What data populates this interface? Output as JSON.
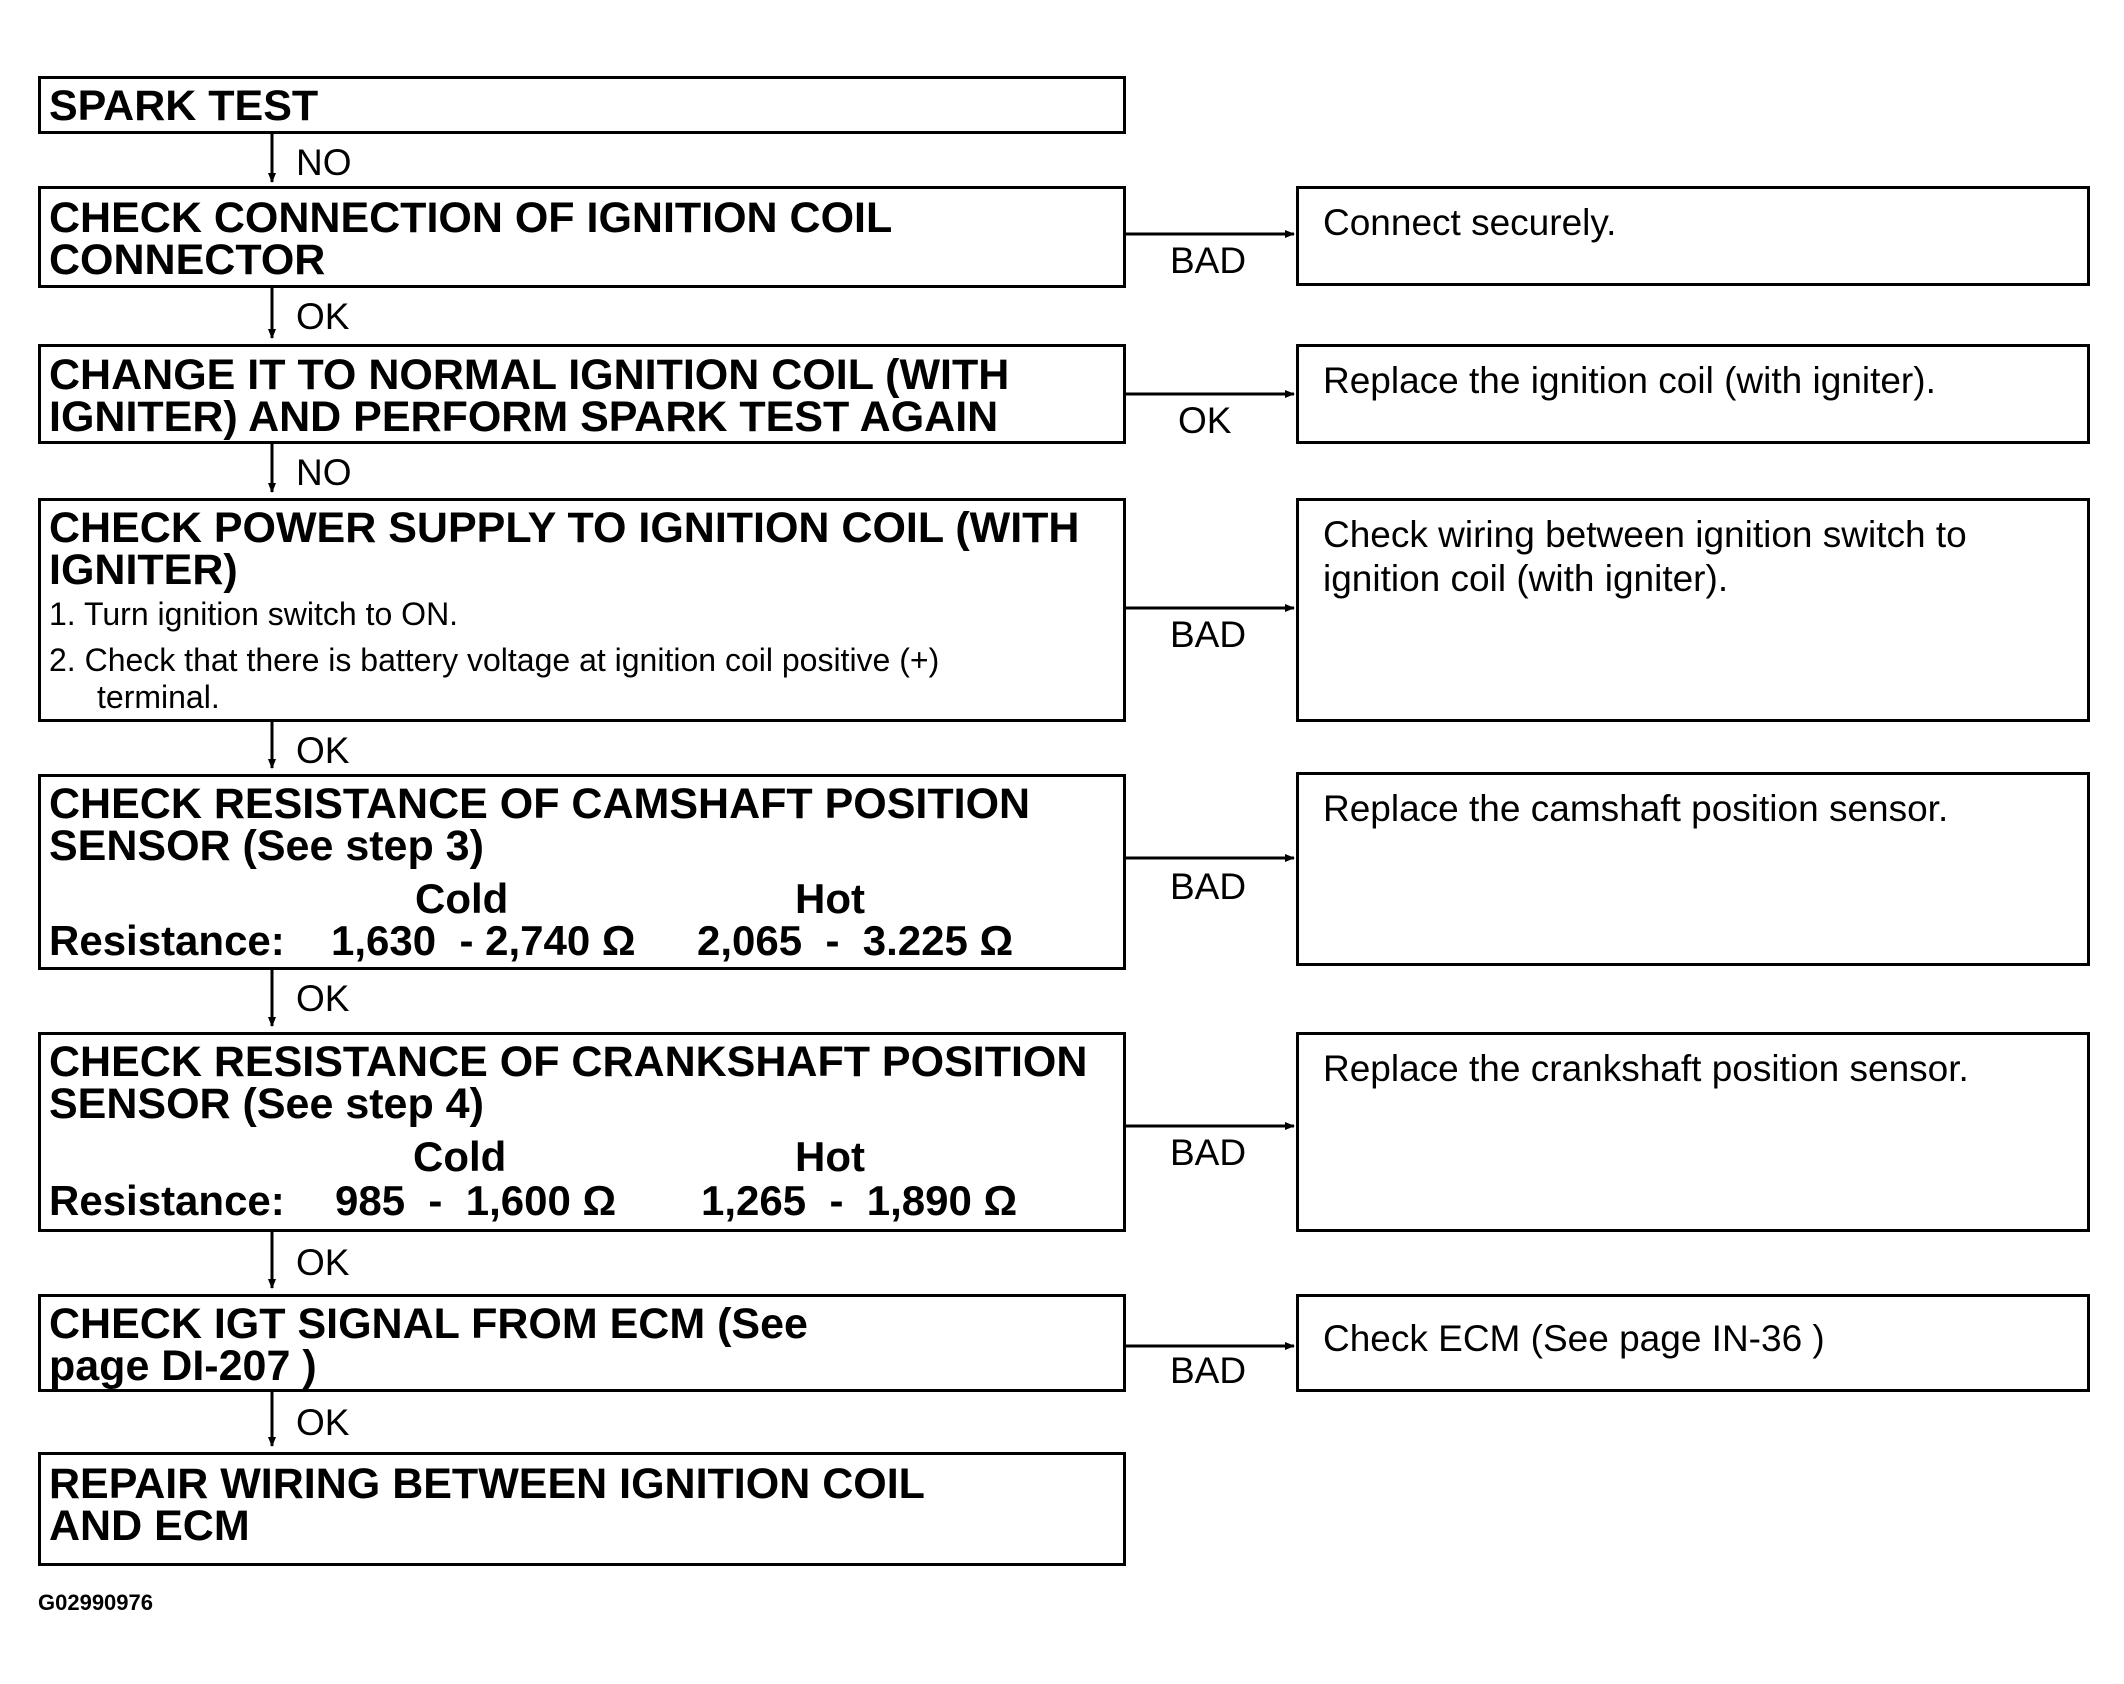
{
  "steps": [
    {
      "title": "SPARK TEST"
    },
    {
      "title": "CHECK CONNECTION OF IGNITION COIL CONNECTOR"
    },
    {
      "title": "CHANGE IT TO NORMAL IGNITION COIL (WITH IGNITER) AND PERFORM SPARK TEST AGAIN"
    },
    {
      "title": "CHECK POWER SUPPLY TO IGNITION COIL (WITH IGNITER)",
      "items": [
        "1. Turn ignition switch to ON.",
        "2. Check that there is battery voltage at ignition coil positive (+)",
        "terminal."
      ]
    },
    {
      "title": "CHECK RESISTANCE OF CAMSHAFT POSITION SENSOR (See step 3)",
      "col_cold": "Cold",
      "col_hot": "Hot",
      "row_label": "Resistance:",
      "cold": "1,630  - 2,740 Ω",
      "hot": "2,065  -  3.225 Ω"
    },
    {
      "title": "CHECK RESISTANCE OF CRANKSHAFT POSITION SENSOR (See step 4)",
      "col_cold": "Cold",
      "col_hot": "Hot",
      "row_label": "Resistance:",
      "cold": "985  -  1,600 Ω",
      "hot": "1,265  -  1,890 Ω"
    },
    {
      "title": "CHECK IGT SIGNAL FROM ECM (See page DI-207 )"
    },
    {
      "title": "REPAIR WIRING BETWEEN IGNITION COIL AND ECM"
    }
  ],
  "down_labels": [
    "NO",
    "OK",
    "NO",
    "OK",
    "OK",
    "OK",
    "OK"
  ],
  "actions": [
    {
      "text": "Connect securely.",
      "label": "BAD"
    },
    {
      "text": "Replace the ignition coil (with igniter).",
      "label": "OK"
    },
    {
      "text": "Check wiring between ignition switch to ignition coil (with igniter).",
      "label": "BAD"
    },
    {
      "text": "Replace the camshaft position sensor.",
      "label": "BAD"
    },
    {
      "text": "Replace the crankshaft position sensor.",
      "label": "BAD"
    },
    {
      "text": "Check ECM (See page IN-36 )",
      "label": "BAD"
    }
  ],
  "figure_id": "G02990976"
}
